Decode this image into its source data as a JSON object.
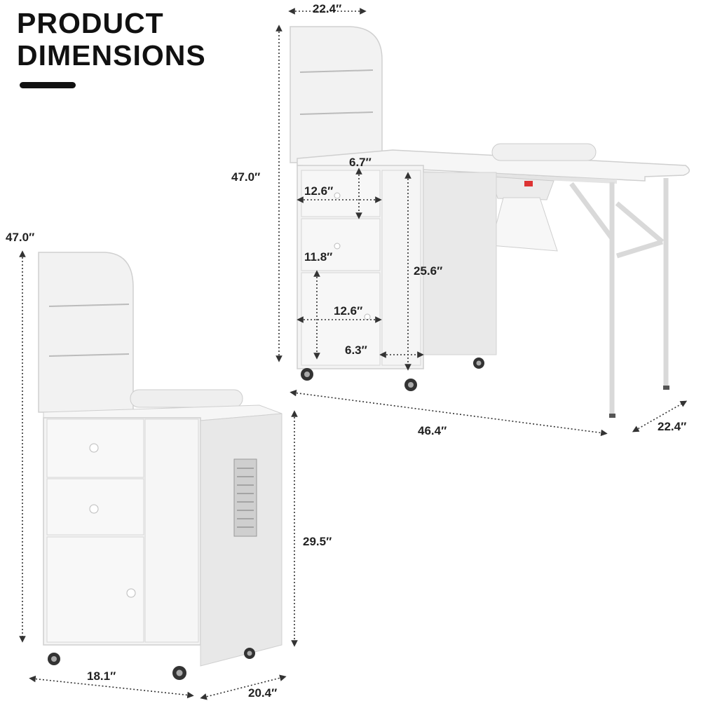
{
  "header": {
    "title_line1": "PRODUCT",
    "title_line2": "DIMENSIONS"
  },
  "colors": {
    "cabinet": "#f4f4f4",
    "cabinet_shadow": "#dcdcdc",
    "edge": "#c9c9c9",
    "leg": "#eeeeee",
    "text": "#222222",
    "dim_line": "#333333"
  },
  "dimensions": {
    "table_top_width": "22.4″",
    "table_height": "47.0″",
    "drawer_top_width": "12.6″",
    "drawer_top_height": "6.7″",
    "drawer_mid_height": "11.8″",
    "cabinet_height": "25.6″",
    "door_width": "12.6″",
    "side_depth": "6.3″",
    "table_length": "46.4″",
    "table_depth": "22.4″",
    "cart_height": "47.0″",
    "cart_body_height": "29.5″",
    "cart_width": "18.1″",
    "cart_depth": "20.4″"
  }
}
